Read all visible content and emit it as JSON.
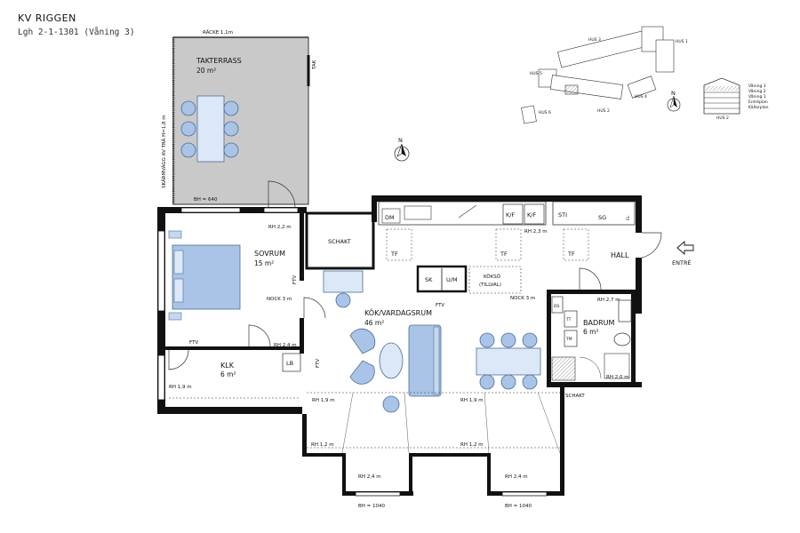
{
  "project": {
    "title": "KV RIGGEN",
    "subtitle": "Lgh 2-1-1301 (Våning 3)"
  },
  "rooms": {
    "terrace": {
      "name": "TAKTERRASS",
      "area": "20 m²"
    },
    "bedroom": {
      "name": "SOVRUM",
      "area": "15 m²"
    },
    "closet": {
      "name": "KLK",
      "area": "6 m²"
    },
    "living": {
      "name": "KÖK/VARDAGSRUM",
      "area": "46 m²"
    },
    "bathroom": {
      "name": "BADRUM",
      "area": "6 m²"
    },
    "hall": {
      "name": "HALL"
    },
    "shaft_top": {
      "name": "SCHAKT"
    },
    "shaft_bottom": {
      "name": "SCHAKT"
    }
  },
  "labels": {
    "railing": "RÄCKE 1,1m",
    "roof": "TAK",
    "screen_wall": "SKÄRMVÄGG AV TRÄ H=1,8 m",
    "bh_640": "BH = 640",
    "bh_1040_left": "BH = 1040",
    "bh_1040_right": "BH = 1040",
    "entrance": "ENTRÉ",
    "kitchen_island": "KÖKSÖ",
    "optional": "(TILLVAL)",
    "ftv": "FTV",
    "lb": "LB",
    "tf": "TF",
    "dm": "DM",
    "kf": "K/F",
    "sti": "STI",
    "sg": "SG",
    "el": "EL",
    "sk": "SK",
    "um": "U/M",
    "tt": "TT",
    "tm": "TM",
    "ds": "DS",
    "nock_bed": "NOCK 3 m",
    "nock_kitchen": "NOCK 3 m"
  },
  "heights": {
    "rh_2_2": "RH 2,2 m",
    "rh_2_4_bed": "RH 2,4 m",
    "rh_1_9_klk": "RH 1,9 m",
    "rh_2_3": "RH 2,3 m",
    "rh_2_7": "RH 2,7 m",
    "rh_2_0": "RH 2,0 m",
    "rh_1_9_left": "RH 1,9 m",
    "rh_1_9_right": "RH 1,9 m",
    "rh_1_2_left": "RH 1,2 m",
    "rh_1_2_right": "RH 1,2 m",
    "rh_2_4_left": "RH 2,4 m",
    "rh_2_4_right": "RH 2,4 m"
  },
  "site_plan": {
    "hus1": "HUS 1",
    "hus2": "HUS 2",
    "hus3": "HUS 3",
    "hus4": "HUS 4",
    "hus5": "HUS 5",
    "hus6": "HUS 6",
    "north": "N"
  },
  "section": {
    "levels": [
      "Våning 3",
      "Våning 2",
      "Våning 1",
      "Entréplan",
      "Källarplan"
    ],
    "house": "HUS 2"
  },
  "colors": {
    "wall": "#111111",
    "terrace": "#c9c9c9",
    "furniture": "#a9c4e6",
    "furniture_stroke": "#4a6d99"
  }
}
